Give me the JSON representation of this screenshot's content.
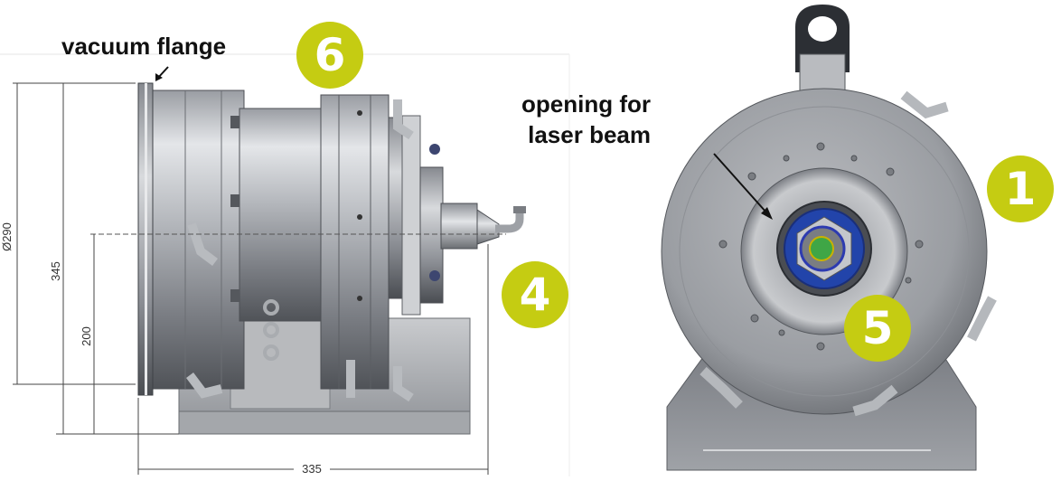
{
  "labels": {
    "vacuum_flange": "vacuum flange",
    "opening_line1": "opening for",
    "opening_line2": "laser beam"
  },
  "badges": {
    "b1": "1",
    "b4": "4",
    "b5": "5",
    "b6": "6"
  },
  "dimensions": {
    "diameter": "Ø290",
    "height_total": "345",
    "axis_height": "200",
    "length": "335"
  },
  "colors": {
    "badge": "#c5cc12",
    "metal_dark": "#6e7177",
    "metal_light": "#d6d8dc",
    "window_blue": "#2244aa",
    "window_green": "#3fa646"
  }
}
